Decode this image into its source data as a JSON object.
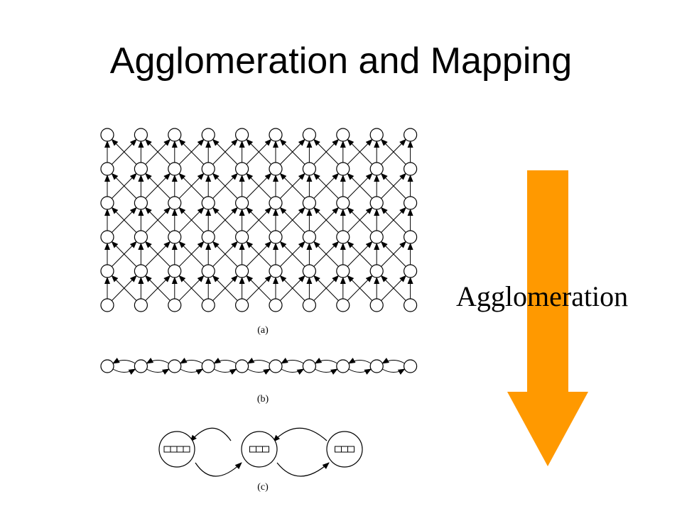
{
  "slide": {
    "title": "Agglomeration and Mapping",
    "arrow_label": "Agglomeration",
    "arrow_color": "#FF9900"
  },
  "diagram": {
    "grid": {
      "rows": 6,
      "cols": 10,
      "caption": "(a)"
    },
    "ring": {
      "nodes": 10,
      "caption": "(b)"
    },
    "mapped": {
      "caption": "(c)",
      "processors": [
        {
          "task_cells": 4
        },
        {
          "task_cells": 3
        },
        {
          "task_cells": 3
        }
      ]
    }
  }
}
